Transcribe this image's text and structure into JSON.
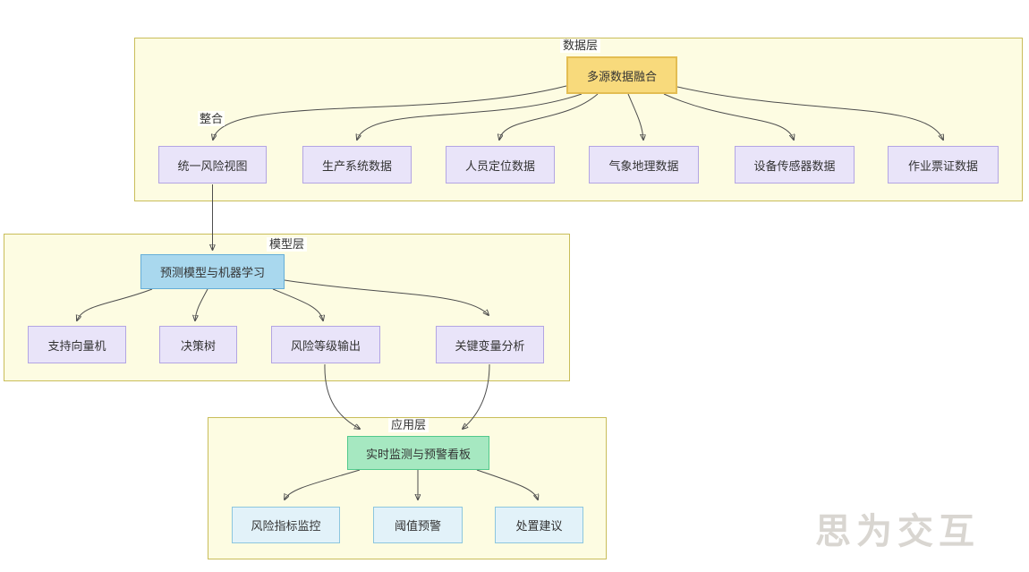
{
  "watermark": "思为交互",
  "layers": {
    "data": {
      "label": "数据层",
      "root": "多源数据融合",
      "edge_label": "整合",
      "nodes": [
        "统一风险视图",
        "生产系统数据",
        "人员定位数据",
        "气象地理数据",
        "设备传感器数据",
        "作业票证数据"
      ]
    },
    "model": {
      "label": "模型层",
      "root": "预测模型与机器学习",
      "nodes": [
        "支持向量机",
        "决策树",
        "风险等级输出",
        "关键变量分析"
      ]
    },
    "app": {
      "label": "应用层",
      "root": "实时监测与预警看板",
      "nodes": [
        "风险指标监控",
        "阈值预警",
        "处置建议"
      ]
    }
  },
  "palette": {
    "container_fill": "#fdfce2",
    "container_border": "#c9bd5a",
    "purple_fill": "#e9e4f9",
    "purple_border": "#b3a5e3",
    "gold_fill": "#f8da7c",
    "gold_border": "#e3bd52",
    "blue_fill": "#a9d8ee",
    "blue_border": "#65aed8",
    "green_fill": "#a6e8c1",
    "green_border": "#52c98c",
    "lightblue_fill": "#e2f2f9",
    "lightblue_border": "#8cc6de",
    "arrow": "#4d4d4d"
  }
}
